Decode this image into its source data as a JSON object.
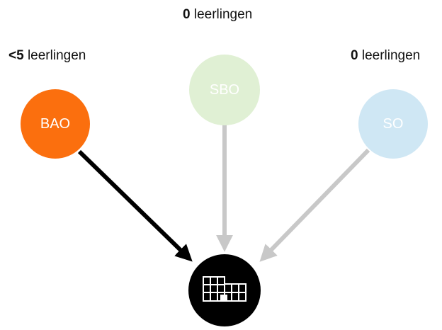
{
  "nodes": {
    "bao": {
      "label": "BAO",
      "count": "<5",
      "count_suffix": " leerlingen",
      "color": "#fb6f0e",
      "arrow_color": "#000000"
    },
    "sbo": {
      "label": "SBO",
      "count": "0",
      "count_suffix": " leerlingen",
      "color": "#e0f0d4",
      "arrow_color": "#c8c8c8"
    },
    "so": {
      "label": "SO",
      "count": "0",
      "count_suffix": " leerlingen",
      "color": "#cfe7f4",
      "arrow_color": "#c8c8c8"
    }
  },
  "target": {
    "icon": "school-building-icon",
    "color": "#000000"
  }
}
